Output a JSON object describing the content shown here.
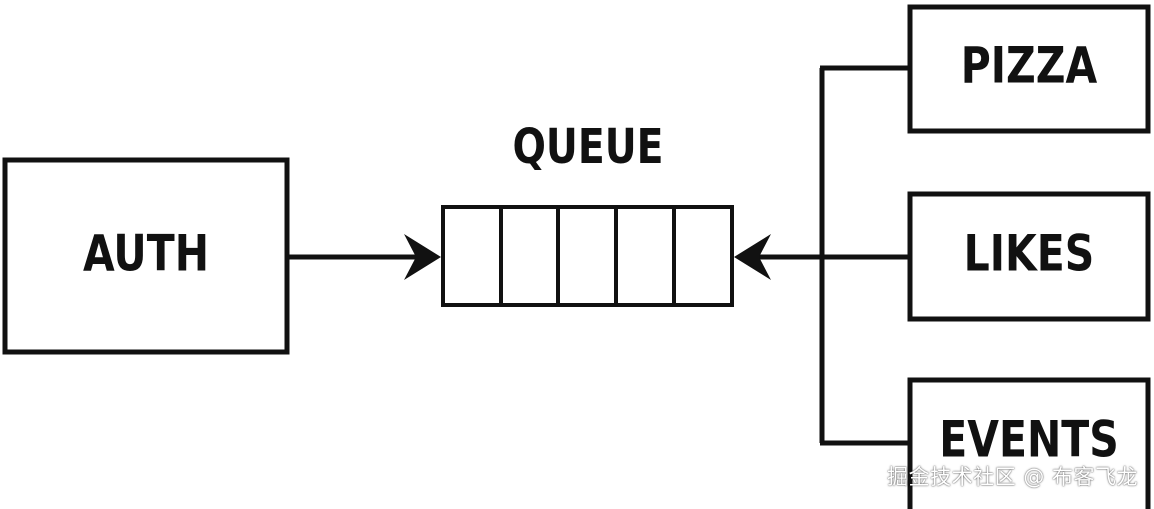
{
  "nodes": {
    "auth": {
      "label": "AUTH"
    },
    "queue": {
      "label": "QUEUE",
      "slots": 5
    },
    "pizza": {
      "label": "PIZZA"
    },
    "likes": {
      "label": "LIKES"
    },
    "events": {
      "label": "EVENTS"
    }
  },
  "watermark": "掘金技术社区 @ 布客飞龙",
  "colors": {
    "stroke": "#111111",
    "background": "#ffffff"
  }
}
